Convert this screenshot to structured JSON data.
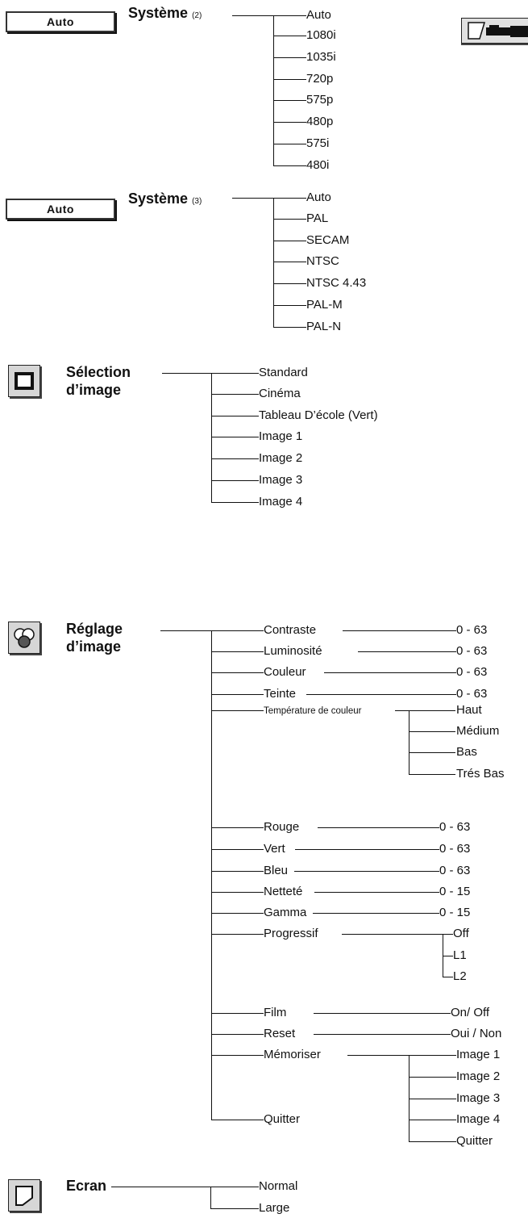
{
  "sys2": {
    "button": "Auto",
    "title": "Système",
    "note": "(2)",
    "items": [
      "Auto",
      "1080i",
      "1035i",
      "720p",
      "575p",
      "480p",
      "575i",
      "480i"
    ]
  },
  "sys3": {
    "button": "Auto",
    "title": "Système",
    "note": "(3)",
    "items": [
      "Auto",
      "PAL",
      "SECAM",
      "NTSC",
      "NTSC 4.43",
      "PAL-M",
      "PAL-N"
    ]
  },
  "selection": {
    "title1": "Sélection",
    "title2": "d’image",
    "items": [
      "Standard",
      "Cinéma",
      "Tableau D’école (Vert)",
      "Image 1",
      "Image 2",
      "Image 3",
      "Image 4"
    ]
  },
  "reglage": {
    "title1": "Réglage",
    "title2": "d’image",
    "items": {
      "contraste": "Contraste",
      "luminosite": "Luminosité",
      "couleur": "Couleur",
      "teinte": "Teinte",
      "temperature": "Température de couleur",
      "rouge": "Rouge",
      "vert": "Vert",
      "bleu": "Bleu",
      "nettete": "Netteté",
      "gamma": "Gamma",
      "progressif": "Progressif",
      "film": "Film",
      "reset": "Reset",
      "memoriser": "Mémoriser",
      "quitter": "Quitter"
    },
    "values": {
      "contraste": "0 - 63",
      "luminosite": "0 - 63",
      "couleur": "0 - 63",
      "teinte": "0 - 63",
      "rouge": "0 - 63",
      "vert": "0 - 63",
      "bleu": "0 - 63",
      "nettete": "0 - 15",
      "gamma": "0 - 15",
      "film": "On/ Off",
      "reset": "Oui / Non"
    },
    "temperature_options": [
      "Haut",
      "Médium",
      "Bas",
      "Trés Bas"
    ],
    "progressif_options": [
      "Off",
      "L1",
      "L2"
    ],
    "memoriser_options": [
      "Image 1",
      "Image 2",
      "Image 3",
      "Image 4",
      "Quitter"
    ]
  },
  "ecran": {
    "title": "Ecran",
    "items": [
      "Normal",
      "Large"
    ]
  }
}
